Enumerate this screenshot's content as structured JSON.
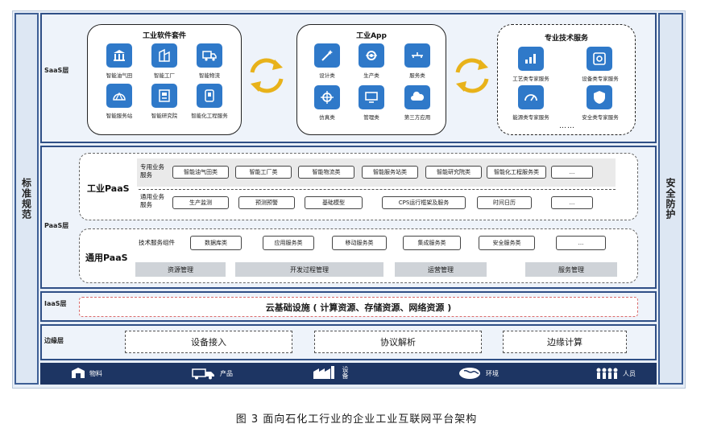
{
  "left_sidebar": "标准规范",
  "right_sidebar": "安全防护",
  "layers": {
    "saas": "SaaS层",
    "paas": "PaaS层",
    "iaas": "IaaS层",
    "edge": "边缘层"
  },
  "saas": {
    "software_group": {
      "title": "工业软件套件",
      "items": [
        "智能油气田",
        "智能工厂",
        "智能物流",
        "智能服务站",
        "智能研究院",
        "智能化工程服务"
      ]
    },
    "app_group": {
      "title": "工业App",
      "items": [
        "设计类",
        "生产类",
        "服务类",
        "仿真类",
        "管理类",
        "第三方应用"
      ]
    },
    "tech_group": {
      "title": "专业技术服务",
      "items": [
        "工艺类专家服务",
        "设备类专家服务",
        "能源类专家服务",
        "安全类专家服务"
      ],
      "more": "……"
    }
  },
  "paas": {
    "industrial": {
      "title": "工业PaaS",
      "special_label": "专用业务服务",
      "special_items": [
        "智能油气田类",
        "智能工厂类",
        "智能物流类",
        "智能服务站类",
        "智能研究院类",
        "智能化工程服务类",
        "..."
      ],
      "general_label": "通用业务服务",
      "general_items": [
        "生产监测",
        "预测预警",
        "基础模型",
        "CPS运行框架及服务",
        "时间日历",
        "..."
      ]
    },
    "common": {
      "title": "通用PaaS",
      "tech_label": "技术服务组件",
      "tech_items": [
        "数据库类",
        "应用服务类",
        "移动服务类",
        "集成服务类",
        "安全服务类",
        "..."
      ],
      "mgmt_items": [
        "资源管理",
        "开发过程管理",
        "运营管理",
        "服务管理"
      ]
    }
  },
  "iaas": {
    "text": "云基础设施 ( 计算资源、存储资源、网络资源 )"
  },
  "edge": {
    "items": [
      "设备接入",
      "协议解析",
      "边缘计算"
    ]
  },
  "bottom": {
    "items": [
      {
        "label": "物料",
        "icon": "box-icon"
      },
      {
        "label": "产品",
        "icon": "truck-icon"
      },
      {
        "label": "设备",
        "icon": "factory-icon"
      },
      {
        "label": "环境",
        "icon": "globe-icon"
      },
      {
        "label": "人员",
        "icon": "people-icon"
      }
    ]
  },
  "caption": "图 3 面向石化工行业的企业工业互联网平台架构",
  "colors": {
    "icon_blue": "#2f79c9",
    "layer_border": "#2f4f86",
    "bottom_bar": "#1d3563",
    "cycle_arrow": "#e8b21a"
  }
}
